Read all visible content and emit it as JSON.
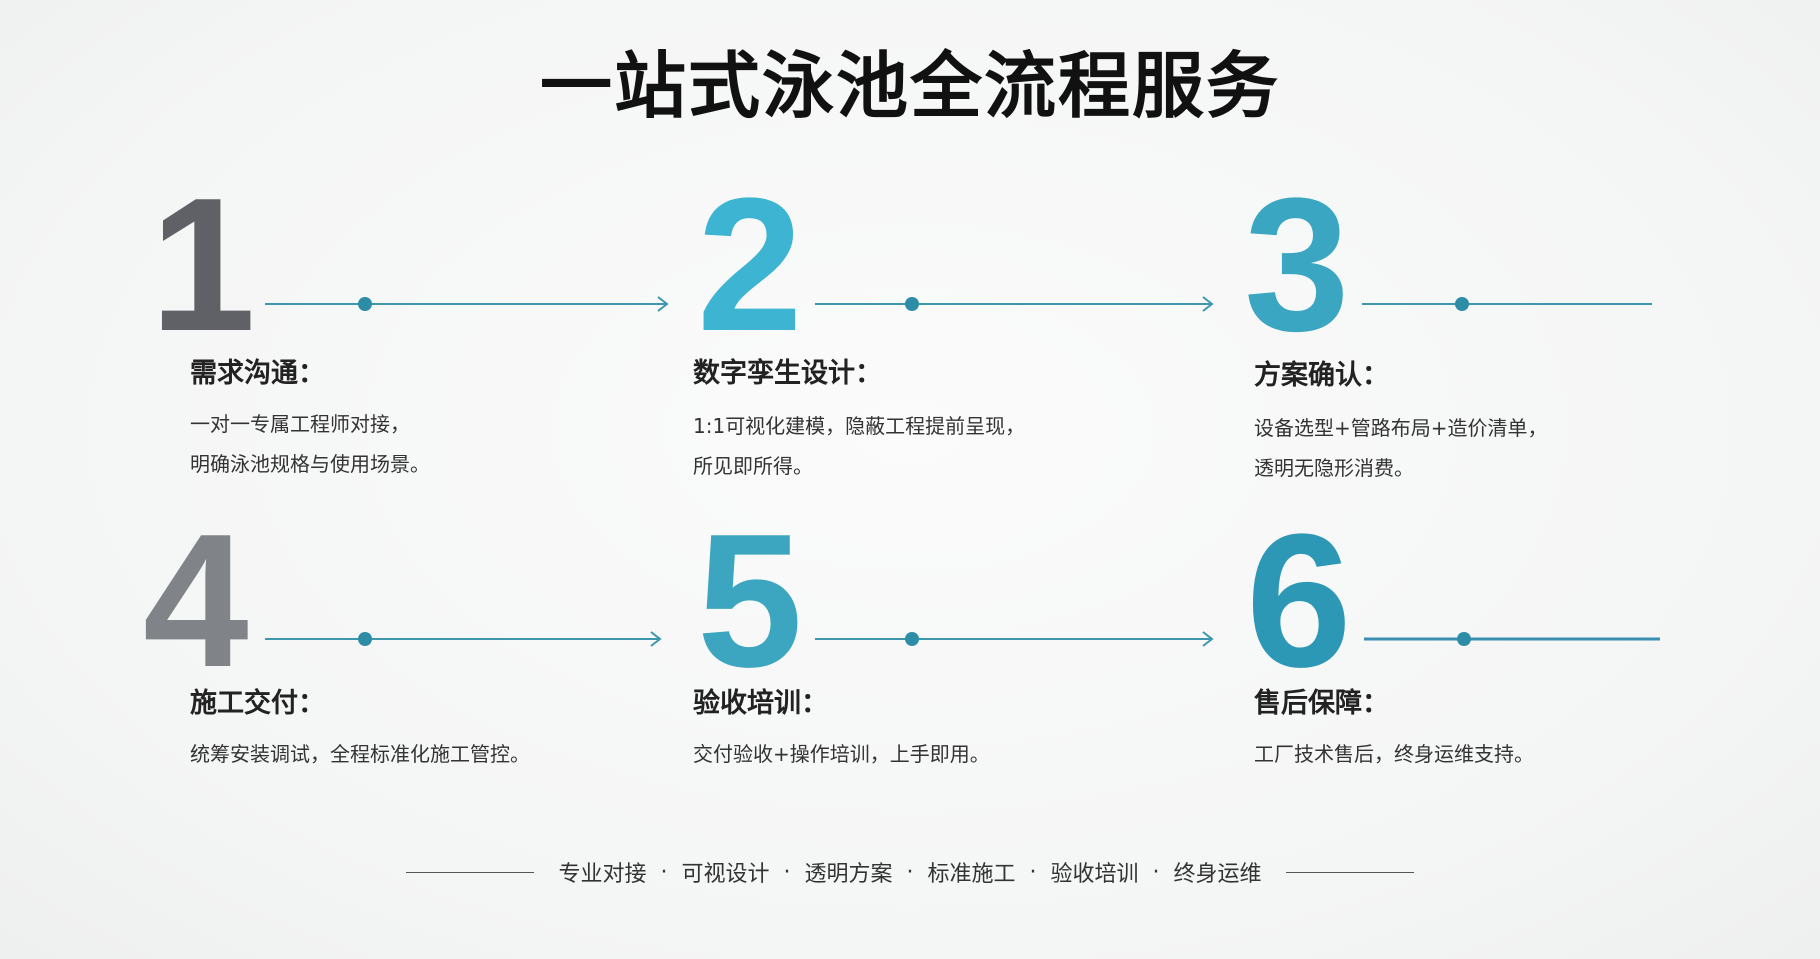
{
  "title": "一站式泳池全流程服务",
  "colors": {
    "gray_dark": "#5f6166",
    "gray_mid": "#808388",
    "teal_light": "#3cb4d2",
    "teal_mid": "#3aa6c2",
    "teal_dark": "#2c98b6",
    "line": "#3d98ad"
  },
  "steps": [
    {
      "number": "1",
      "title": "需求沟通：",
      "lines": [
        "一对一专属工程师对接，",
        "明确泳池规格与使用场景。"
      ],
      "color": "#5f6166"
    },
    {
      "number": "2",
      "title": "数字孪生设计：",
      "lines": [
        "1:1可视化建模，隐蔽工程提前呈现，",
        "所见即所得。"
      ],
      "color": "#3cb4d2"
    },
    {
      "number": "3",
      "title": "方案确认：",
      "lines": [
        "设备选型+管路布局+造价清单，",
        "透明无隐形消费。"
      ],
      "color": "#3aa6c2"
    },
    {
      "number": "4",
      "title": "施工交付：",
      "lines": [
        "统筹安装调试，全程标准化施工管控。"
      ],
      "color": "#808388"
    },
    {
      "number": "5",
      "title": "验收培训：",
      "lines": [
        "交付验收+操作培训，上手即用。"
      ],
      "color": "#3ca6c0"
    },
    {
      "number": "6",
      "title": "售后保障：",
      "lines": [
        "工厂技术售后，终身运维支持。"
      ],
      "color": "#2c98b6"
    }
  ],
  "footer": {
    "items": [
      "专业对接",
      "可视设计",
      "透明方案",
      "标准施工",
      "验收培训",
      "终身运维"
    ],
    "separator": "·"
  }
}
